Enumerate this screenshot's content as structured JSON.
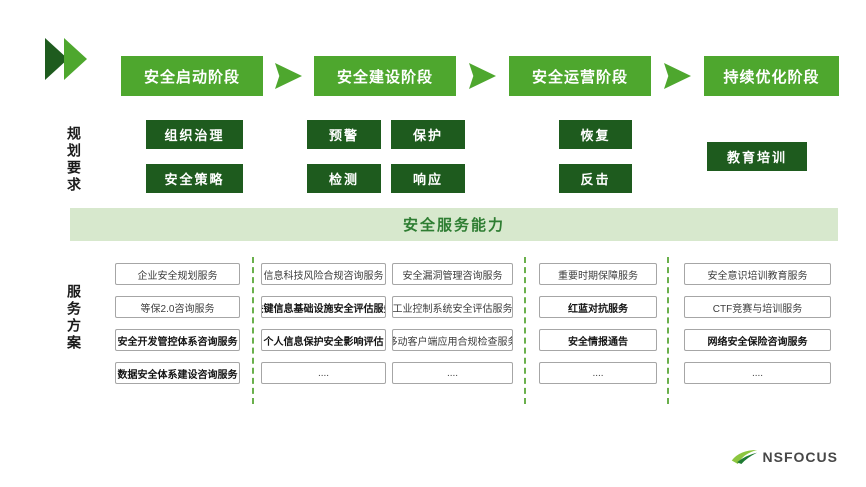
{
  "colors": {
    "bright_green": "#4ea72e",
    "dark_green": "#1e5b1e",
    "banner_bg": "#d7e8cd",
    "banner_text": "#2e7d32",
    "divider_green": "#6ab04c"
  },
  "row_labels": {
    "planning": "规划要求",
    "services": "服务方案"
  },
  "phases": [
    {
      "label": "安全启动阶段",
      "items": [
        "组织治理",
        "安全策略"
      ]
    },
    {
      "label": "安全建设阶段",
      "items": [
        "预警",
        "保护",
        "检测",
        "响应"
      ]
    },
    {
      "label": "安全运营阶段",
      "items": [
        "恢复",
        "反击"
      ]
    },
    {
      "label": "持续优化阶段",
      "items": [
        "教育培训"
      ]
    }
  ],
  "banner": {
    "label": "安全服务能力"
  },
  "service_columns": [
    {
      "items": [
        "企业安全规划服务",
        "等保2.0咨询服务",
        "安全开发管控体系咨询服务",
        "数据安全体系建设咨询服务"
      ]
    },
    {
      "left": [
        "信息科技风险合规咨询服务",
        "关键信息基础设施安全评估服务",
        "个人信息保护安全影响评估",
        "...."
      ],
      "right": [
        "安全漏洞管理咨询服务",
        "工业控制系统安全评估服务",
        "移动客户端应用合规检查服务",
        "...."
      ]
    },
    {
      "items": [
        "重要时期保障服务",
        "红蓝对抗服务",
        "安全情报通告",
        "...."
      ]
    },
    {
      "items": [
        "安全意识培训教育服务",
        "CTF竞赛与培训服务",
        "网络安全保险咨询服务",
        "...."
      ]
    }
  ],
  "logo": {
    "text": "NSFOCUS"
  }
}
